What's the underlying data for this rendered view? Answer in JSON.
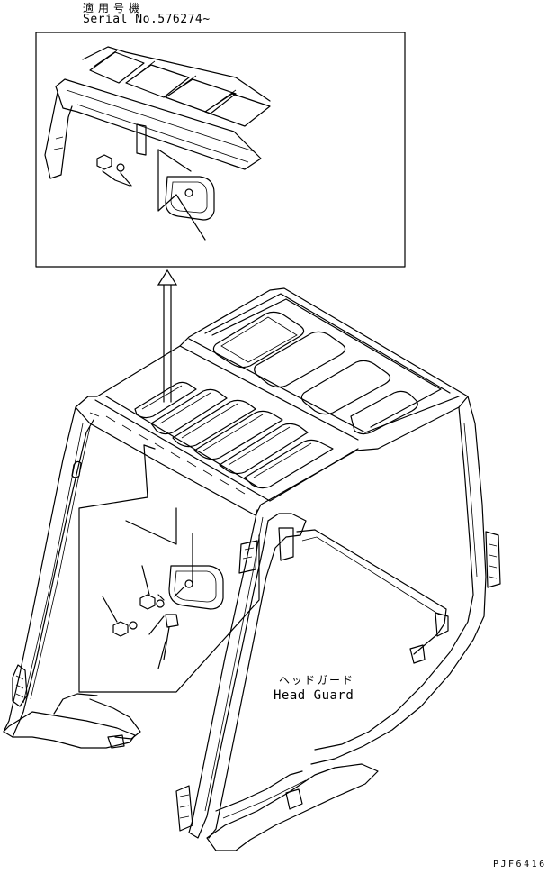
{
  "labels": {
    "serial_jp": "適用号機",
    "serial_en": "Serial No.576274~",
    "head_guard_jp": "ヘッドガード",
    "head_guard_en": "Head Guard",
    "figure_code": "PJF6416"
  }
}
